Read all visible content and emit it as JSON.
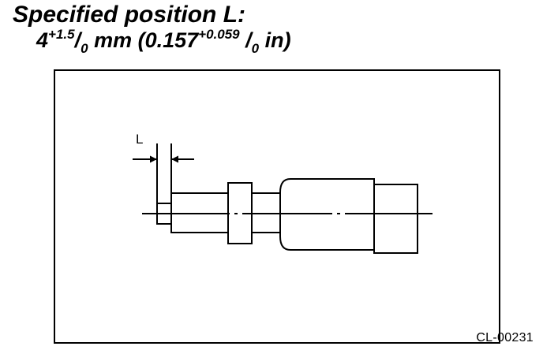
{
  "heading": {
    "title": "Specified position L:",
    "value_base": "4",
    "value_tol_upper": "+1.5",
    "value_sep": "/",
    "value_tol_lower": "0",
    "value_unit": " mm (",
    "imperial_base": "0.157",
    "imperial_tol_upper": "+0.059",
    "imperial_sep": " /",
    "imperial_tol_lower": "0",
    "imperial_unit": " in)"
  },
  "figure": {
    "dimension_label": "L",
    "code": "CL-00231"
  },
  "colors": {
    "ink": "#000000",
    "paper": "#ffffff"
  }
}
